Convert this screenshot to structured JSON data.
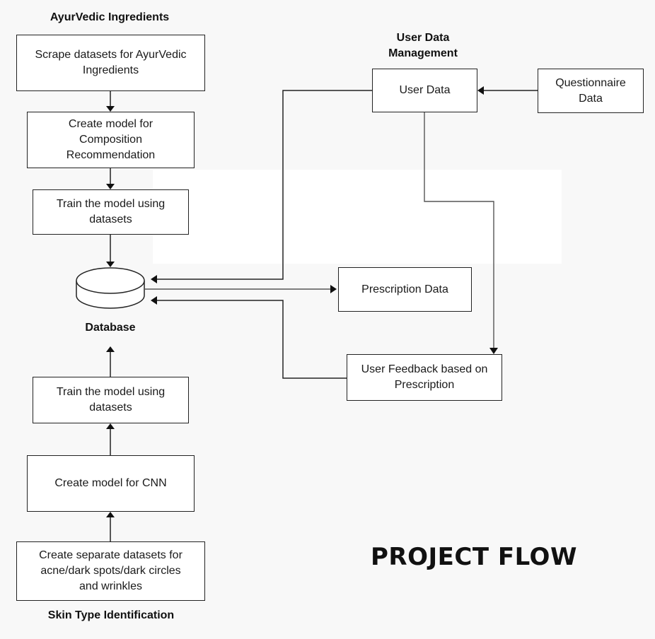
{
  "diagram": {
    "headings": {
      "ayurvedic": "AyurVedic Ingredients",
      "user_data_management": "User Data\nManagement",
      "database": "Database",
      "skin_type": "Skin Type Identification"
    },
    "nodes": {
      "scrape": "Scrape datasets for AyurVedic\nIngredients",
      "composition_model": "Create model for\nComposition\nRecommendation",
      "train_top": "Train the model using\ndatasets",
      "user_data": "User Data",
      "questionnaire": "Questionnaire\nData",
      "prescription": "Prescription Data",
      "feedback": "User Feedback based on\nPrescription",
      "train_bottom": "Train the model using\ndatasets",
      "cnn_model": "Create model for CNN",
      "separate_datasets": "Create separate datasets for\nacne/dark spots/dark circles\nand wrinkles"
    },
    "title": "PROJECT FLOW"
  }
}
